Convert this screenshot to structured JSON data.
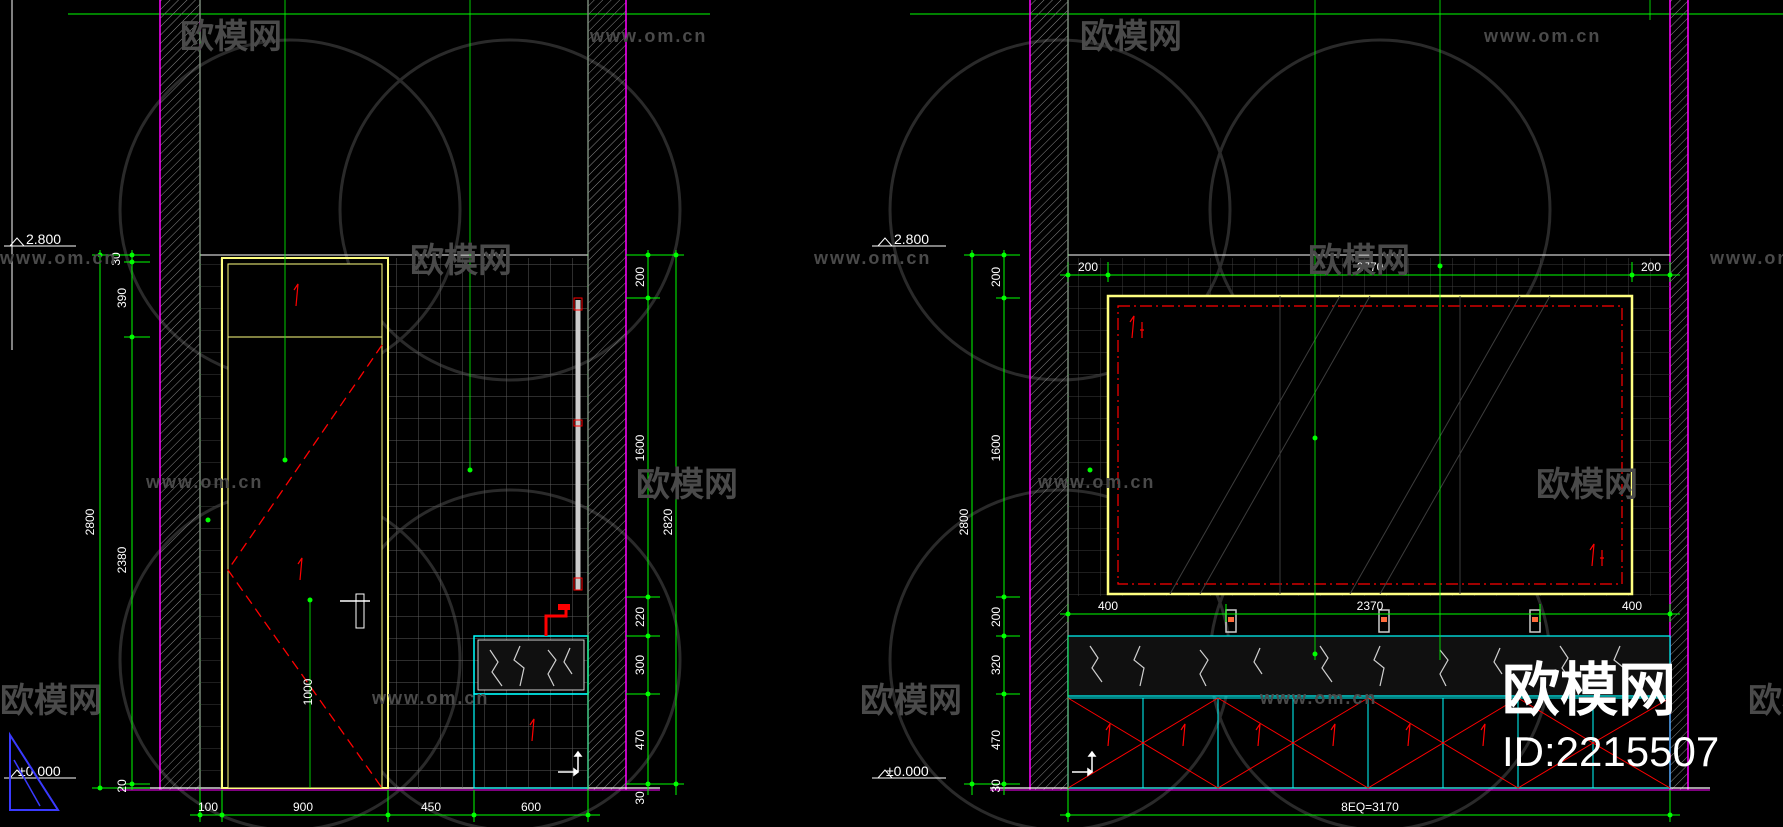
{
  "watermark": {
    "logo_text": "欧模网",
    "url_text": "www.om.cn",
    "brand_big": "欧模网",
    "id_big": "ID:2215507"
  },
  "levels": {
    "top": "2.800",
    "bottom": "±0.000"
  },
  "left_elevation": {
    "left_dims": [
      "30",
      "390",
      "2800",
      "2380",
      "20"
    ],
    "right_dims": [
      "200",
      "1600",
      "2820",
      "220",
      "300",
      "470",
      "30"
    ],
    "bottom_dims": [
      "100",
      "900",
      "450",
      "600"
    ],
    "door_handle_dim": "1000"
  },
  "right_elevation": {
    "left_dims": [
      "200",
      "1600",
      "2800",
      "200",
      "320",
      "470",
      "30"
    ],
    "top_dims": [
      "200",
      "2770",
      "200"
    ],
    "mid_dims": [
      "400",
      "2370",
      "400"
    ],
    "bottom_dim": "8EQ=3170"
  },
  "colors": {
    "background": "#000000",
    "wall": "#ff00ff",
    "green": "#00ff00",
    "dim_text": "#ffffff",
    "frame": "#ffff80",
    "red": "#ff0000",
    "cyan": "#00ffff",
    "grid": "#7f7f7f",
    "watermark": "#4a4a4a"
  }
}
